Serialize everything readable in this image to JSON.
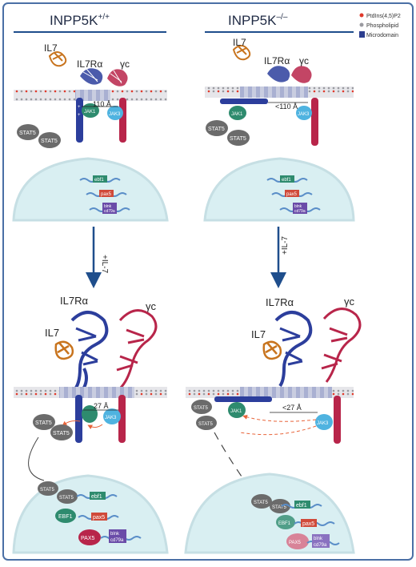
{
  "panels": {
    "wt": {
      "title_base": "INPP5K",
      "title_sup": "+/+"
    },
    "ko": {
      "title_base": "INPP5K",
      "title_sup": "–/–"
    }
  },
  "legend": {
    "items": [
      {
        "label": "PtdIns(4,5)P2",
        "color": "#e0392b"
      },
      {
        "label": "Phospholipid",
        "color": "#9a9aa0"
      },
      {
        "label": "Microdomain",
        "color": "#2c3e8f"
      }
    ]
  },
  "labels": {
    "il7": "IL7",
    "il7ra": "IL7Rα",
    "gc": "γc",
    "jak1": "JAK1",
    "jak3": "JAK3",
    "stat5": "STAT5",
    "ebf1_protein": "EBF1",
    "pax5_protein": "PAX5"
  },
  "distances": {
    "wt_top": "110 Å",
    "ko_top": "<110 Å",
    "wt_bottom": "27 Å",
    "ko_bottom": "<27 Å"
  },
  "genes": {
    "g1": "ebf1",
    "g2": "pax5",
    "g3a": "blnk",
    "g3b": "cd79a"
  },
  "arrows": {
    "wt": "+IL-7",
    "ko": "+IL-7"
  },
  "colors": {
    "il7ra": "#2c3e9c",
    "gc": "#b8254a",
    "jak1": "#2e8b6e",
    "jak3": "#4fb3e0",
    "stat5": "#6b6b6b",
    "il7": "#c8741e",
    "nucleus": "#d9eff2",
    "frame": "#4a6fa5",
    "gene_blue": "#5a8ec8",
    "gene_green": "#2e8b6e",
    "gene_red": "#d04a3a",
    "gene_purple": "#6a4ca8"
  }
}
